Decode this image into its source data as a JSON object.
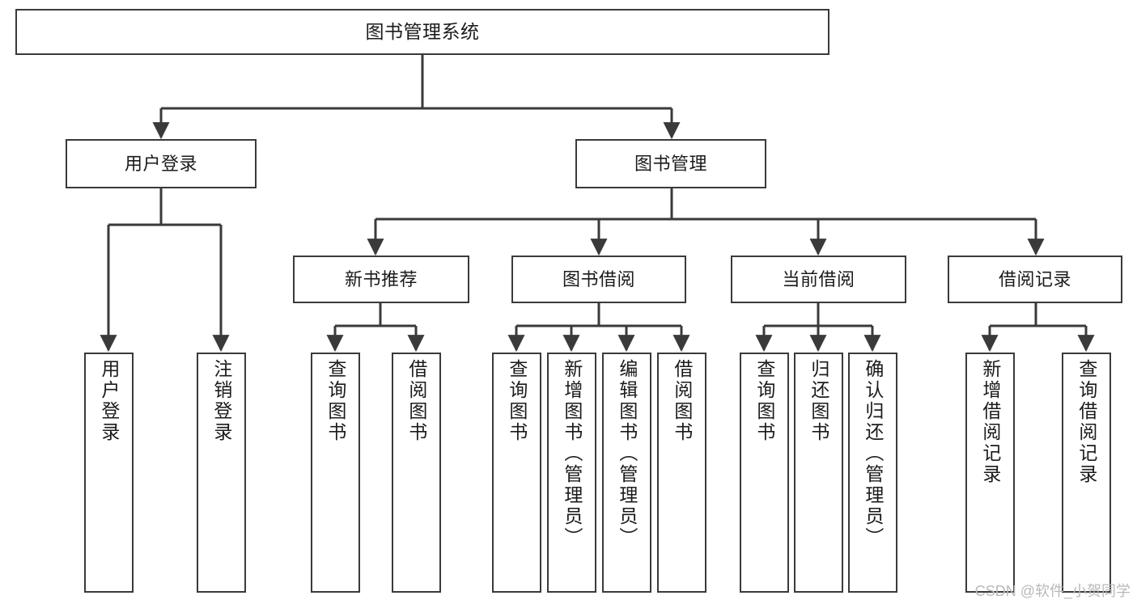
{
  "diagram": {
    "title": "图书管理系统",
    "type": "tree-hierarchy-diagram",
    "watermark": "CSDN @软件_小贺同学",
    "colors": {
      "box_border": "#3a3a3a",
      "box_fill": "#ffffff",
      "connector": "#3a3a3a",
      "text": "#1b1b1b",
      "watermark": "#b9b9b9"
    },
    "nodes": {
      "root": {
        "label": "图书管理系统"
      },
      "level2": [
        {
          "label": "用户登录"
        },
        {
          "label": "图书管理"
        }
      ],
      "level3": [
        {
          "label": "新书推荐"
        },
        {
          "label": "图书借阅"
        },
        {
          "label": "当前借阅"
        },
        {
          "label": "借阅记录"
        }
      ],
      "leaves": {
        "user_login": [
          {
            "label": "用户登录"
          },
          {
            "label": "注销登录"
          }
        ],
        "new_book_recommend": [
          {
            "label": "查询图书"
          },
          {
            "label": "借阅图书"
          }
        ],
        "book_borrow": [
          {
            "label": "查询图书"
          },
          {
            "label": "新增图书（管理员）"
          },
          {
            "label": "编辑图书（管理员）"
          },
          {
            "label": "借阅图书"
          }
        ],
        "current_borrow": [
          {
            "label": "查询图书"
          },
          {
            "label": "归还图书"
          },
          {
            "label": "确认归还（管理员）"
          }
        ],
        "borrow_record": [
          {
            "label": "新增借阅记录"
          },
          {
            "label": "查询借阅记录"
          }
        ]
      }
    }
  }
}
